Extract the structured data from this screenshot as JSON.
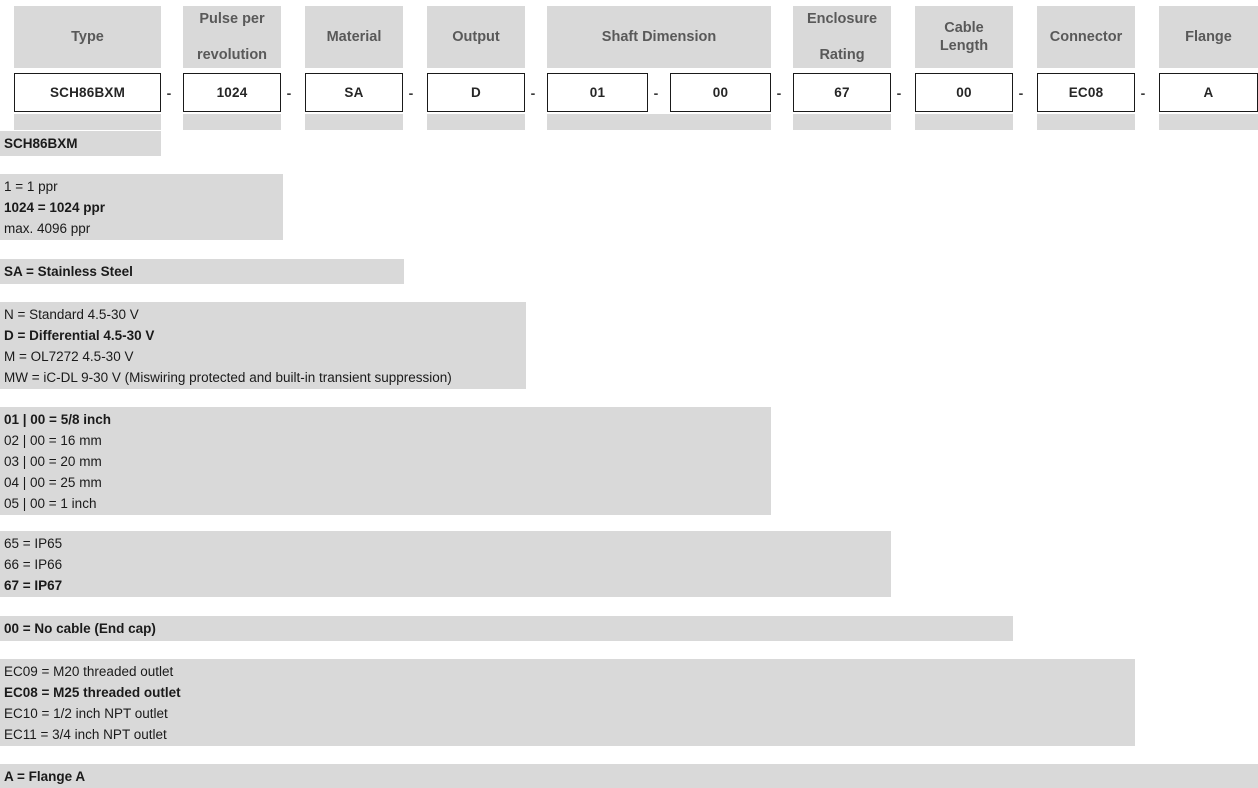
{
  "separator": "-",
  "colors": {
    "block_gray": "#d9d9d9",
    "header_text": "#595959",
    "value_text": "#262626",
    "body_text": "#1a1a1a",
    "page_bg": "#ffffff"
  },
  "columns": [
    {
      "header": "Type",
      "value": "SCH86BXM"
    },
    {
      "header": "Pulse per\nrevolution",
      "value": "1024"
    },
    {
      "header": "Material",
      "value": "SA"
    },
    {
      "header": "Output",
      "value": "D"
    },
    {
      "header": "Shaft Dimension",
      "value": "01"
    },
    {
      "header": "",
      "value": "00"
    },
    {
      "header": "Enclosure\nRating",
      "value": "67"
    },
    {
      "header": "Cable Length",
      "value": "00"
    },
    {
      "header": "Connector",
      "value": "EC08"
    },
    {
      "header": "Flange",
      "value": "A"
    }
  ],
  "sections": [
    {
      "name": "type",
      "lines": [
        {
          "text": "SCH86BXM",
          "bold": true
        }
      ]
    },
    {
      "name": "pulse-per-revolution",
      "lines": [
        {
          "text": "1 = 1 ppr",
          "bold": false
        },
        {
          "text": "1024 = 1024 ppr",
          "bold": true
        },
        {
          "text": "max. 4096 ppr",
          "bold": false
        }
      ]
    },
    {
      "name": "material",
      "lines": [
        {
          "text": "SA = Stainless Steel",
          "bold": true
        }
      ]
    },
    {
      "name": "output",
      "lines": [
        {
          "text": "N = Standard 4.5-30 V",
          "bold": false
        },
        {
          "text": "D = Differential 4.5-30 V",
          "bold": true
        },
        {
          "text": "M = OL7272 4.5-30 V",
          "bold": false
        },
        {
          "text": "MW = iC-DL 9-30 V (Miswiring protected and built-in transient suppression)",
          "bold": false
        }
      ]
    },
    {
      "name": "shaft-dimension",
      "lines": [
        {
          "text": "01 | 00 = 5/8 inch",
          "bold": true
        },
        {
          "text": "02 | 00 = 16 mm",
          "bold": false
        },
        {
          "text": "03 | 00 = 20 mm",
          "bold": false
        },
        {
          "text": "04 | 00 = 25 mm",
          "bold": false
        },
        {
          "text": "05 | 00 = 1 inch",
          "bold": false
        }
      ]
    },
    {
      "name": "enclosure-rating",
      "lines": [
        {
          "text": "65 = IP65",
          "bold": false
        },
        {
          "text": "66 = IP66",
          "bold": false
        },
        {
          "text": "67 = IP67",
          "bold": true
        }
      ]
    },
    {
      "name": "cable-length",
      "lines": [
        {
          "text": "00 = No cable (End cap)",
          "bold": true
        }
      ]
    },
    {
      "name": "connector",
      "lines": [
        {
          "text": "EC09 = M20 threaded outlet",
          "bold": false
        },
        {
          "text": "EC08 = M25 threaded outlet",
          "bold": true
        },
        {
          "text": "EC10 = 1/2 inch NPT outlet",
          "bold": false
        },
        {
          "text": "EC11 = 3/4 inch NPT outlet",
          "bold": false
        }
      ]
    },
    {
      "name": "flange",
      "lines": [
        {
          "text": "A = Flange A",
          "bold": true
        }
      ]
    }
  ]
}
